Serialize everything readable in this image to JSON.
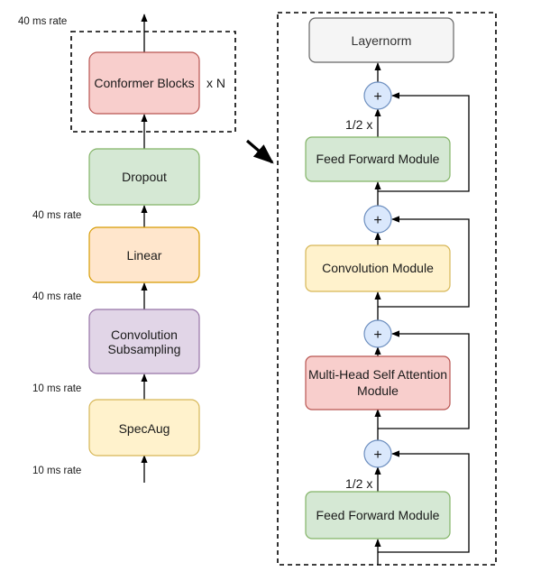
{
  "left_stack": {
    "conformer_blocks": "Conformer Blocks",
    "repeat": "x N",
    "dropout": "Dropout",
    "linear": "Linear",
    "conv_subsampling": [
      "Convolution",
      "Subsampling"
    ],
    "specaug": "SpecAug"
  },
  "rates": {
    "top": "40 ms rate",
    "after_linear": "40 ms rate",
    "after_conv": "40 ms rate",
    "after_specaug": "10 ms rate",
    "input": "10 ms rate"
  },
  "block_detail": {
    "layernorm": "Layernorm",
    "ffn_top": "Feed Forward Module",
    "half_top": "1/2 x",
    "conv_module": "Convolution Module",
    "mhsa": [
      "Multi-Head Self Attention",
      "Module"
    ],
    "half_bottom": "1/2 x",
    "ffn_bottom": "Feed Forward Module",
    "plus": "+"
  },
  "colors": {
    "red_fill": "#f8cecc",
    "red_stroke": "#b85450",
    "green_fill": "#d5e8d4",
    "green_stroke": "#82b366",
    "orange_fill": "#ffe6cc",
    "orange_stroke": "#d79b00",
    "purple_fill": "#e1d5e7",
    "purple_stroke": "#9673a6",
    "yellow_fill": "#fff2cc",
    "yellow_stroke": "#d6b656",
    "gray_fill": "#f5f5f5",
    "gray_stroke": "#666666",
    "circle_fill": "#dae8fc",
    "circle_stroke": "#6c8ebf"
  }
}
